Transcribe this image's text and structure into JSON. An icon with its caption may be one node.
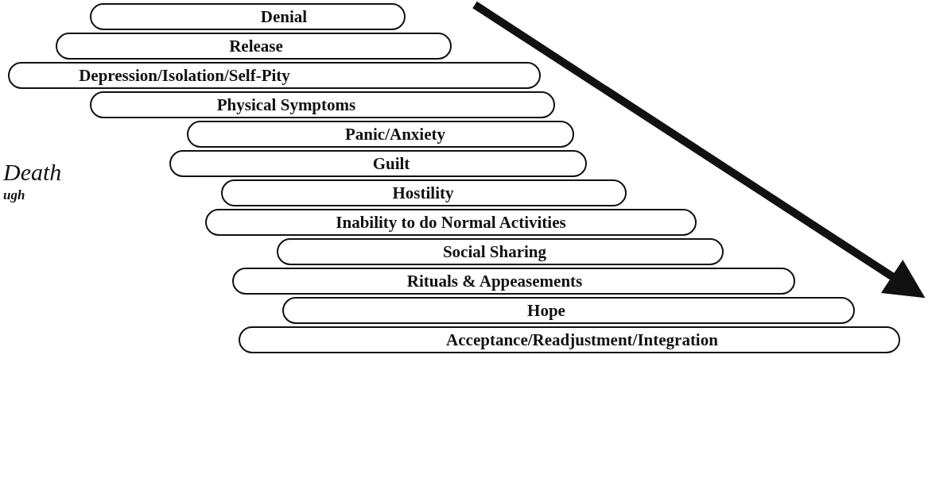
{
  "diagram": {
    "nodes": [
      {
        "text": [
          "Denial"
        ]
      },
      {
        "text": [
          "Release"
        ]
      },
      {
        "text": [
          "Depression/Isolation/Self-Pity"
        ]
      },
      {
        "text": [
          "Physical Symptoms"
        ]
      },
      {
        "text": [
          "Panic/Anxiety"
        ]
      },
      {
        "text": [
          "Guilt"
        ]
      },
      {
        "text": [
          "Hostility"
        ]
      },
      {
        "text": [
          "Inability to do Normal Activities"
        ]
      },
      {
        "text": [
          "Social Sharing"
        ]
      },
      {
        "text": [
          "Rituals & Appeasements"
        ]
      },
      {
        "text": [
          "Hope"
        ]
      },
      {
        "text": [
          "Acceptance/Readjustment/Integration"
        ]
      }
    ],
    "edges": [],
    "labels": [
      "Death",
      "ugh"
    ]
  }
}
